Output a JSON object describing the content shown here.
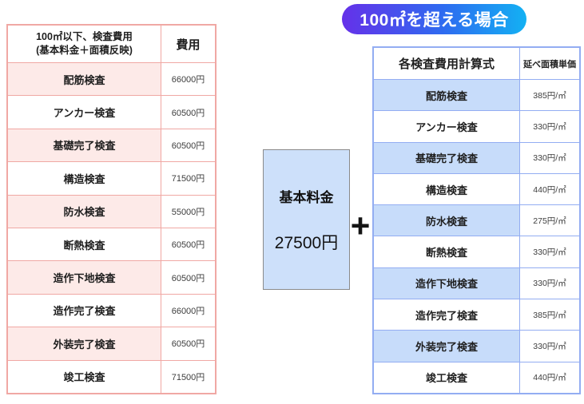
{
  "badge": {
    "label": "100㎡を超える場合"
  },
  "left_table": {
    "header": {
      "title_line1": "100㎡以下、検査費用",
      "title_line2": "(基本料金＋面積反映)",
      "price_col": "費用"
    },
    "rows": [
      {
        "name": "配筋検査",
        "price": "66000円"
      },
      {
        "name": "アンカー検査",
        "price": "60500円"
      },
      {
        "name": "基礎完了検査",
        "price": "60500円"
      },
      {
        "name": "構造検査",
        "price": "71500円"
      },
      {
        "name": "防水検査",
        "price": "55000円"
      },
      {
        "name": "断熱検査",
        "price": "60500円"
      },
      {
        "name": "造作下地検査",
        "price": "60500円"
      },
      {
        "name": "造作完了検査",
        "price": "66000円"
      },
      {
        "name": "外装完了検査",
        "price": "60500円"
      },
      {
        "name": "竣工検査",
        "price": "71500円"
      }
    ]
  },
  "base_fee_box": {
    "title": "基本料金",
    "amount": "27500円"
  },
  "plus_sign": "+",
  "right_table": {
    "header": {
      "title": "各検査費用計算式",
      "price_col": "延べ面積単価"
    },
    "rows": [
      {
        "name": "配筋検査",
        "price": "385円/㎡"
      },
      {
        "name": "アンカー検査",
        "price": "330円/㎡"
      },
      {
        "name": "基礎完了検査",
        "price": "330円/㎡"
      },
      {
        "name": "構造検査",
        "price": "440円/㎡"
      },
      {
        "name": "防水検査",
        "price": "275円/㎡"
      },
      {
        "name": "断熱検査",
        "price": "330円/㎡"
      },
      {
        "name": "造作下地検査",
        "price": "330円/㎡"
      },
      {
        "name": "造作完了検査",
        "price": "385円/㎡"
      },
      {
        "name": "外装完了検査",
        "price": "330円/㎡"
      },
      {
        "name": "竣工検査",
        "price": "440円/㎡"
      }
    ]
  },
  "colors": {
    "badge_gradient_start": "#6531e9",
    "badge_gradient_end": "#13b1f3",
    "pink_row_fill": "#fdeae8",
    "pink_border": "#f0a8a4",
    "blue_row_fill": "#c7dcfa",
    "blue_border": "#93adf2",
    "base_box_fill": "#cde0fa"
  }
}
